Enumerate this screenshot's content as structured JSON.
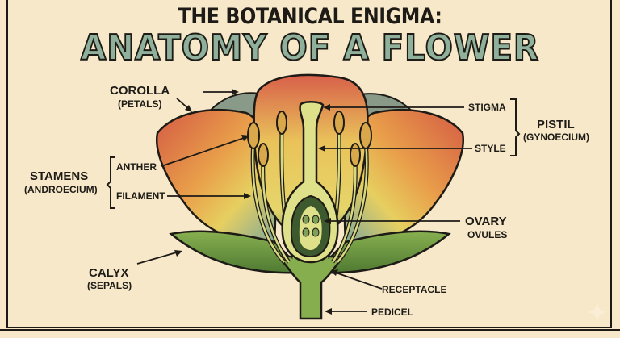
{
  "title": {
    "line1": "THE BOTANICAL ENIGMA:",
    "line2": "ANATOMY OF A FLOWER"
  },
  "labels": {
    "corolla": {
      "name": "COROLLA",
      "sub": "(PETALS)"
    },
    "stamens": {
      "name": "STAMENS",
      "sub": "(ANDROECIUM)",
      "parts": [
        "ANTHER",
        "FILAMENT"
      ]
    },
    "pistil": {
      "name": "PISTIL",
      "sub": "(GYNOECIUM)",
      "parts": [
        "STIGMA",
        "STYLE"
      ]
    },
    "ovary": {
      "name": "OVARY",
      "sub": "OVULES"
    },
    "calyx": {
      "name": "CALYX",
      "sub": "(SEPALS)"
    },
    "receptacle": "RECEPTACLE",
    "pedicel": "PEDICEL"
  },
  "colors": {
    "background": "#f6e8c8",
    "ink": "#1e1b17",
    "title_fill": "#8fb09a",
    "petal_red": "#d9583e",
    "petal_yellow": "#e8cf5a",
    "petal_teal": "#7fa89a",
    "sepal_green": "#6f9a3e",
    "pistil_yellow": "#dfe08a"
  }
}
